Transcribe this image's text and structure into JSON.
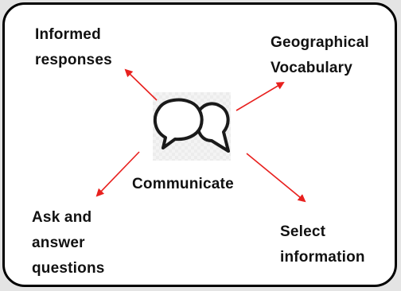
{
  "center": {
    "label": "Communicate",
    "icon": "speech-bubbles-icon"
  },
  "outcomes": [
    {
      "id": "informed",
      "label": "Informed\nresponses"
    },
    {
      "id": "geo",
      "label": "Geographical\nVocabulary"
    },
    {
      "id": "ask",
      "label": "Ask and\nanswer\nquestions"
    },
    {
      "id": "select",
      "label": "Select\ninformation"
    }
  ],
  "colors": {
    "arrow": "#e8201e",
    "border": "#000000",
    "text": "#111111"
  }
}
